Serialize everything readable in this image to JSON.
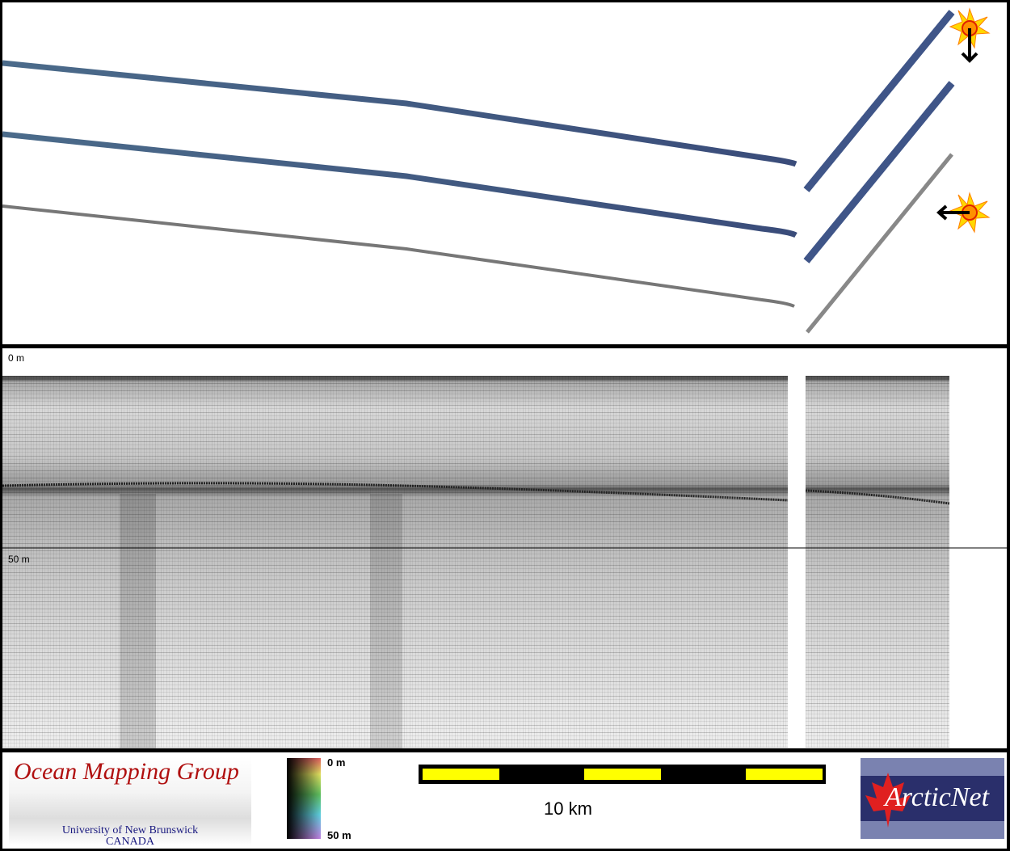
{
  "depth_axis": {
    "top_label": "0 m",
    "mid_label": "50 m"
  },
  "colorbar": {
    "top_label": "0 m",
    "bottom_label": "50 m"
  },
  "scale_bar": {
    "label": "10 km",
    "color": "#ffff00"
  },
  "logos": {
    "omg_title": "Ocean Mapping Group",
    "omg_university": "University of New Brunswick",
    "omg_country": "CANADA",
    "arcticnet": "ArcticNet"
  },
  "icons": {
    "sun_down": "sun-arrow-down-icon",
    "sun_left": "sun-arrow-left-icon"
  }
}
